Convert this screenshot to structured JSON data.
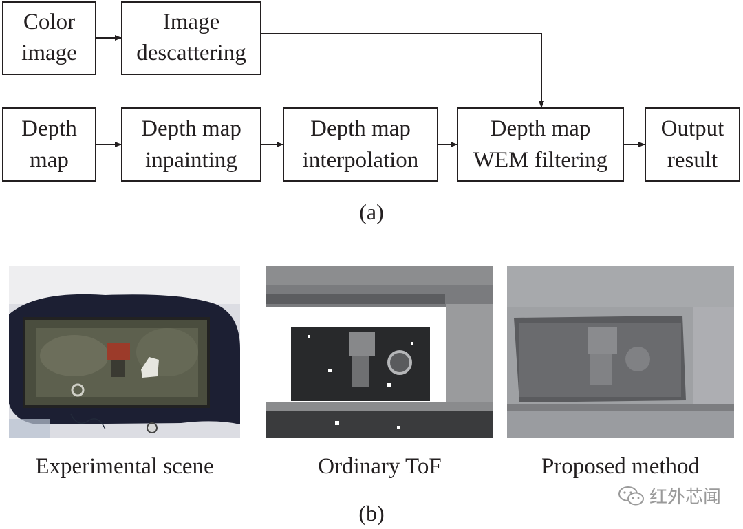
{
  "flowchart": {
    "nodes": {
      "color_image": [
        "Color",
        "image"
      ],
      "image_descattering": [
        "Image",
        "descattering"
      ],
      "depth_map": [
        "Depth",
        "map"
      ],
      "depth_map_inpainting": [
        "Depth map",
        "inpainting"
      ],
      "depth_map_interpolation": [
        "Depth map",
        "interpolation"
      ],
      "depth_map_wem_filtering": [
        "Depth map",
        "WEM filtering"
      ],
      "output_result": [
        "Output",
        "result"
      ]
    },
    "panel_label": "(a)"
  },
  "results": {
    "images": [
      {
        "caption": "Experimental scene"
      },
      {
        "caption": "Ordinary ToF"
      },
      {
        "caption": "Proposed method"
      }
    ],
    "panel_label": "(b)"
  },
  "watermark": {
    "icon": "wechat-icon",
    "text": "红外芯闻"
  }
}
